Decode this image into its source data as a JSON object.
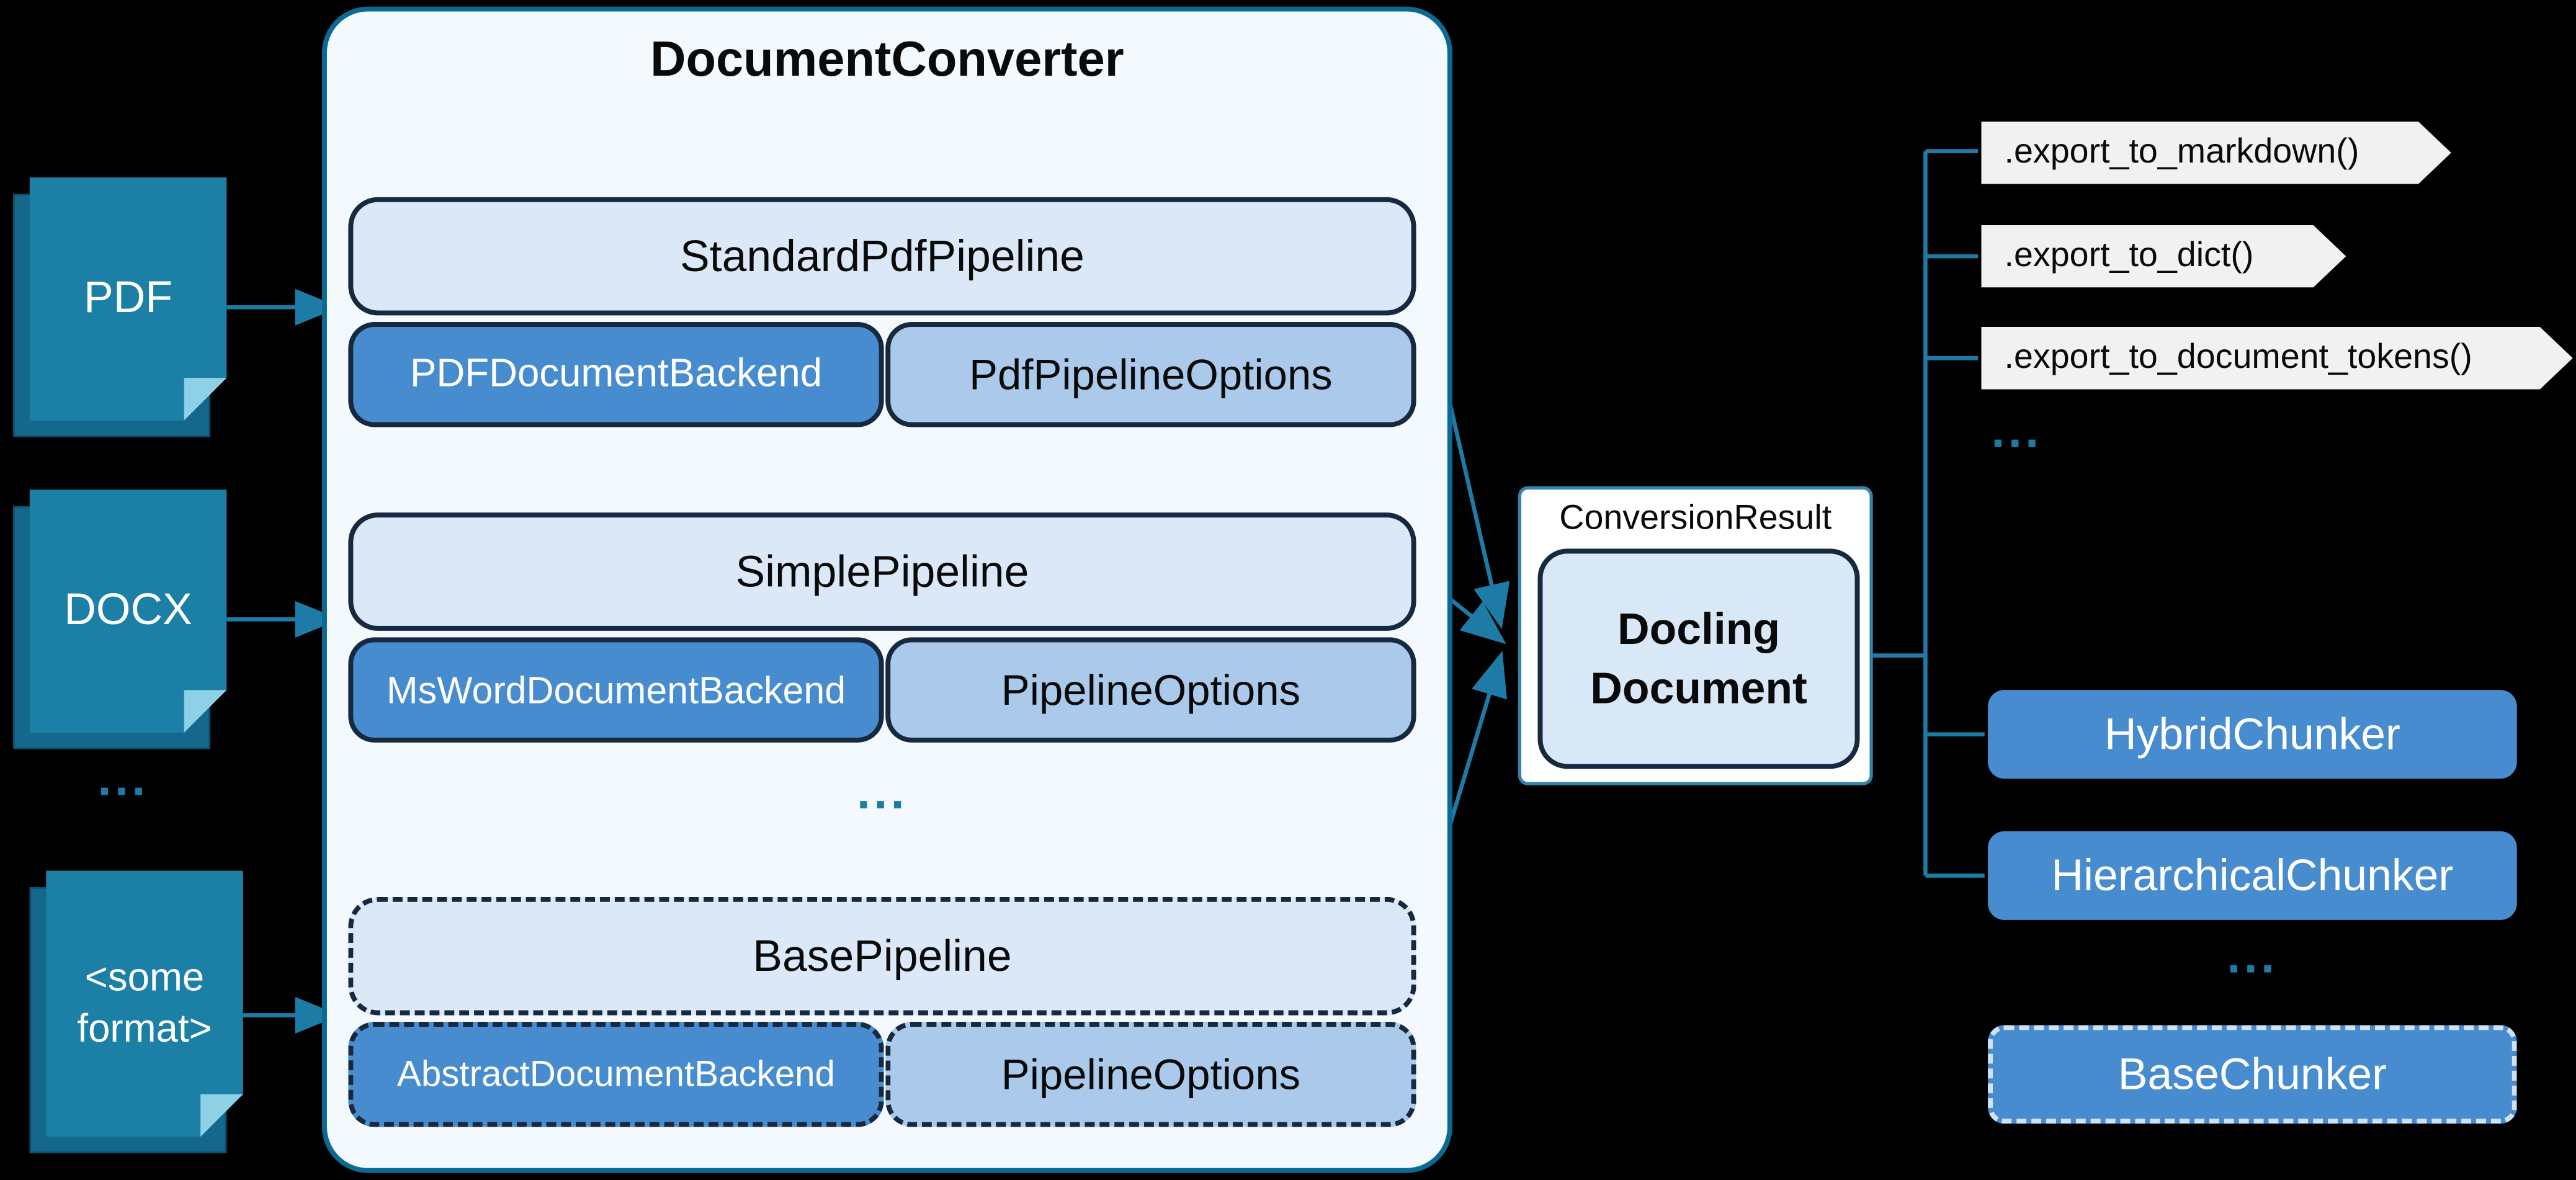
{
  "inputs": {
    "items": [
      {
        "label": "PDF"
      },
      {
        "label": "DOCX"
      },
      {
        "label": "<some format>"
      }
    ],
    "ellipsis": "..."
  },
  "converter": {
    "title": "DocumentConverter",
    "ellipsis": "...",
    "pipelines": [
      {
        "name": "StandardPdfPipeline",
        "backend": "PDFDocumentBackend",
        "options": "PdfPipelineOptions"
      },
      {
        "name": "SimplePipeline",
        "backend": "MsWordDocumentBackend",
        "options": "PipelineOptions"
      },
      {
        "name": "BasePipeline",
        "backend": "AbstractDocumentBackend",
        "options": "PipelineOptions"
      }
    ]
  },
  "conversion_result": {
    "label": "ConversionResult",
    "document_label": "Docling Document"
  },
  "exports": {
    "items": [
      ".export_to_markdown()",
      ".export_to_dict()",
      ".export_to_document_tokens()"
    ],
    "ellipsis": "..."
  },
  "chunkers": {
    "items": [
      "HybridChunker",
      "HierarchicalChunker"
    ],
    "ellipsis": "...",
    "base": "BaseChunker"
  },
  "colors": {
    "background": "#000000",
    "doc_fill": "#1b7fa6",
    "doc_fill_dark": "#14688c",
    "doc_fold": "#8ed0e6",
    "accent_line": "#1e7ba6",
    "pipeline_label_fill": "#dbe8f7",
    "backend_fill": "#478ccf",
    "options_fill": "#abc9ea",
    "converter_fill": "#f4f9fe",
    "converter_border": "#0a6a93",
    "dark_border": "#16293e",
    "banner_fill": "#f1f1f1",
    "docling_fill": "#d9e8f6"
  }
}
